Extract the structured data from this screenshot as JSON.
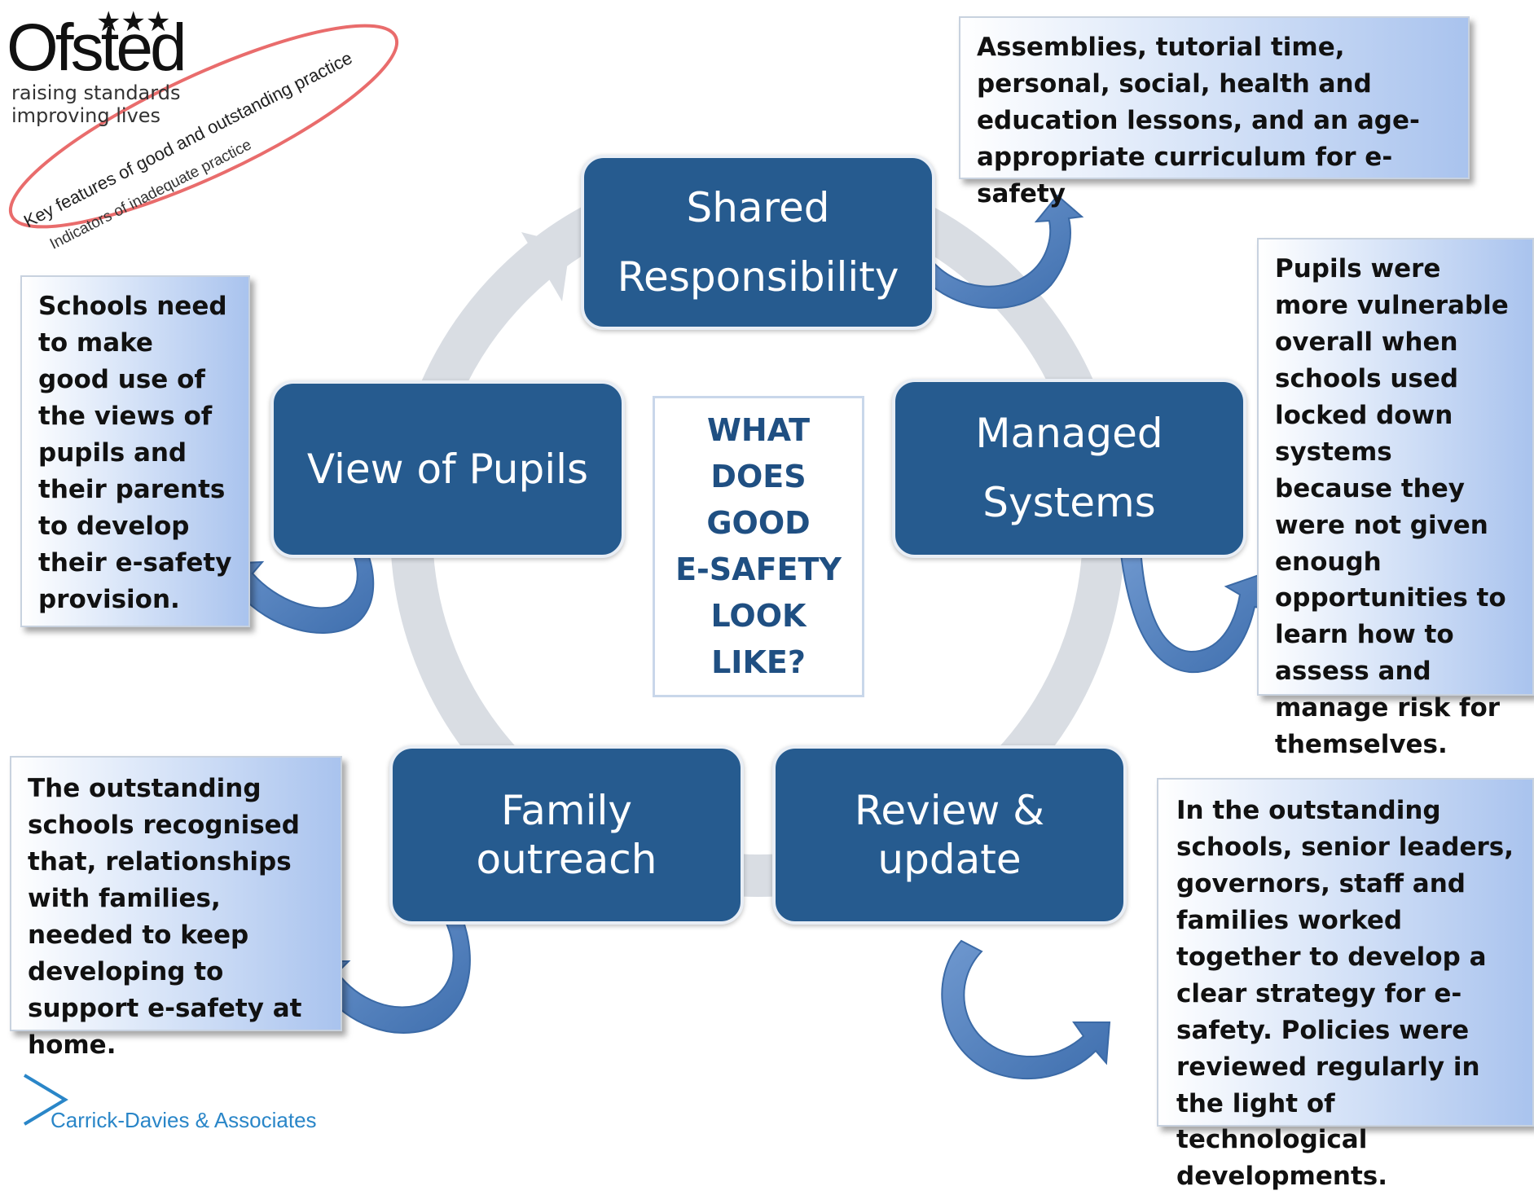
{
  "logo": {
    "brand": "Ofsted",
    "tagline_1": "raising standards",
    "tagline_2": "improving lives",
    "stamp_line_1": "Key features of good and outstanding practice",
    "stamp_line_2": "Indicators of inadequate practice"
  },
  "center": {
    "question": "WHAT\nDOES\nGOOD\nE-SAFETY\nLOOK\nLIKE?"
  },
  "nodes": {
    "shared": "Shared\nResponsibility",
    "managed": "Managed\nSystems",
    "review": "Review &\nupdate",
    "family": "Family\noutreach",
    "view": "View of Pupils"
  },
  "notes": {
    "shared": "Assemblies, tutorial time, personal, social, health and education lessons, and an age-appropriate curriculum for e-safety",
    "managed": "Pupils were more vulnerable overall when schools used locked down systems because they were not given enough opportunities to learn how to assess and manage risk for themselves.",
    "review": "In the outstanding schools, senior leaders, governors, staff and families worked together to develop a clear strategy for e-safety. Policies were reviewed regularly in the light of technological developments.",
    "family": "The outstanding schools recognised that, relationships with families, needed to keep developing to support e-safety at home.",
    "view": "Schools need to make good use of the views of pupils and their parents to develop their e-safety provision."
  },
  "footer": {
    "company": "Carrick-Davies & Associates"
  },
  "colors": {
    "node_fill": "#265b8f",
    "cycle_ring": "#d9dde3",
    "arrow_fill": "#4f81bd",
    "center_text": "#1f4f82",
    "stamp_ring": "#e23b3b",
    "footer_text": "#2a86c8"
  }
}
